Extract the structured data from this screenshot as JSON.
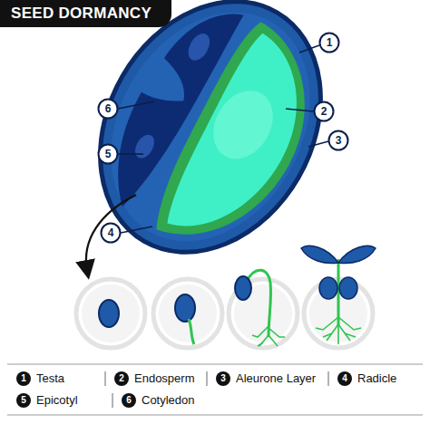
{
  "diagram": {
    "title": "SEED DORMANCY",
    "labels": [
      "1",
      "2",
      "3",
      "6",
      "5",
      "4",
      "1",
      "Testa",
      "2",
      "Endosperm",
      "3",
      "Aleurone Layer",
      "4",
      "Radicle",
      "5",
      "Epicotyl",
      "6",
      "Cotyledon"
    ]
  }
}
